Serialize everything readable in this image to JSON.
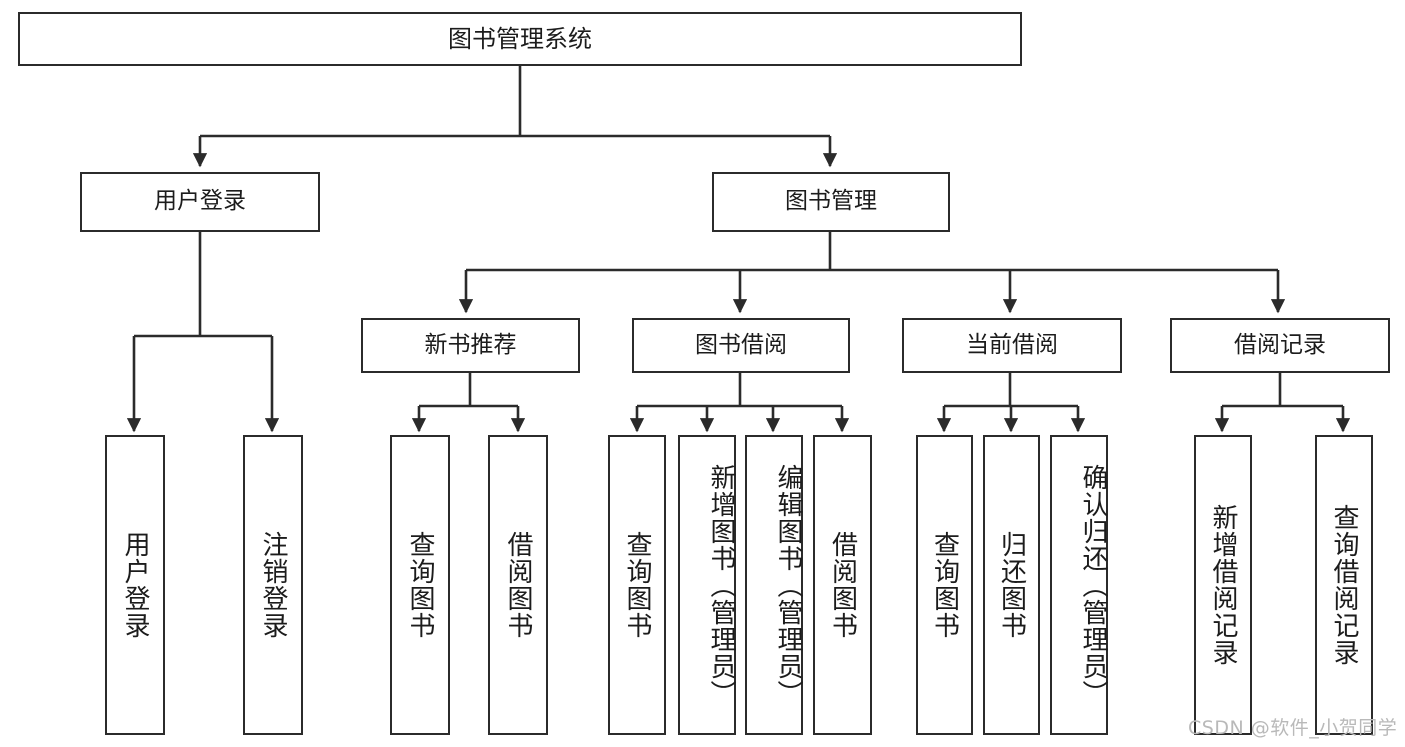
{
  "diagram": {
    "type": "tree",
    "title": "图书管理系统",
    "root": {
      "label": "图书管理系统"
    },
    "level2": [
      {
        "label": "用户登录"
      },
      {
        "label": "图书管理"
      }
    ],
    "level3": [
      {
        "label": "新书推荐"
      },
      {
        "label": "图书借阅"
      },
      {
        "label": "当前借阅"
      },
      {
        "label": "借阅记录"
      }
    ],
    "leaves": {
      "user_login": [
        {
          "label": "用户登录"
        },
        {
          "label": "注销登录"
        }
      ],
      "new_book_recommend": [
        {
          "label": "查询图书"
        },
        {
          "label": "借阅图书"
        }
      ],
      "book_borrow": [
        {
          "label": "查询图书"
        },
        {
          "label": "新增图书（管理员）"
        },
        {
          "label": "编辑图书（管理员）"
        },
        {
          "label": "借阅图书"
        }
      ],
      "current_borrow": [
        {
          "label": "查询图书"
        },
        {
          "label": "归还图书"
        },
        {
          "label": "确认归还（管理员）"
        }
      ],
      "borrow_records": [
        {
          "label": "新增借阅记录"
        },
        {
          "label": "查询借阅记录"
        }
      ]
    }
  },
  "watermark": {
    "text": "CSDN @软件_小贺同学"
  },
  "colors": {
    "stroke": "#2b2b2b",
    "background": "#ffffff",
    "text": "#1c1c1c",
    "watermark": "#b9b9b9"
  }
}
